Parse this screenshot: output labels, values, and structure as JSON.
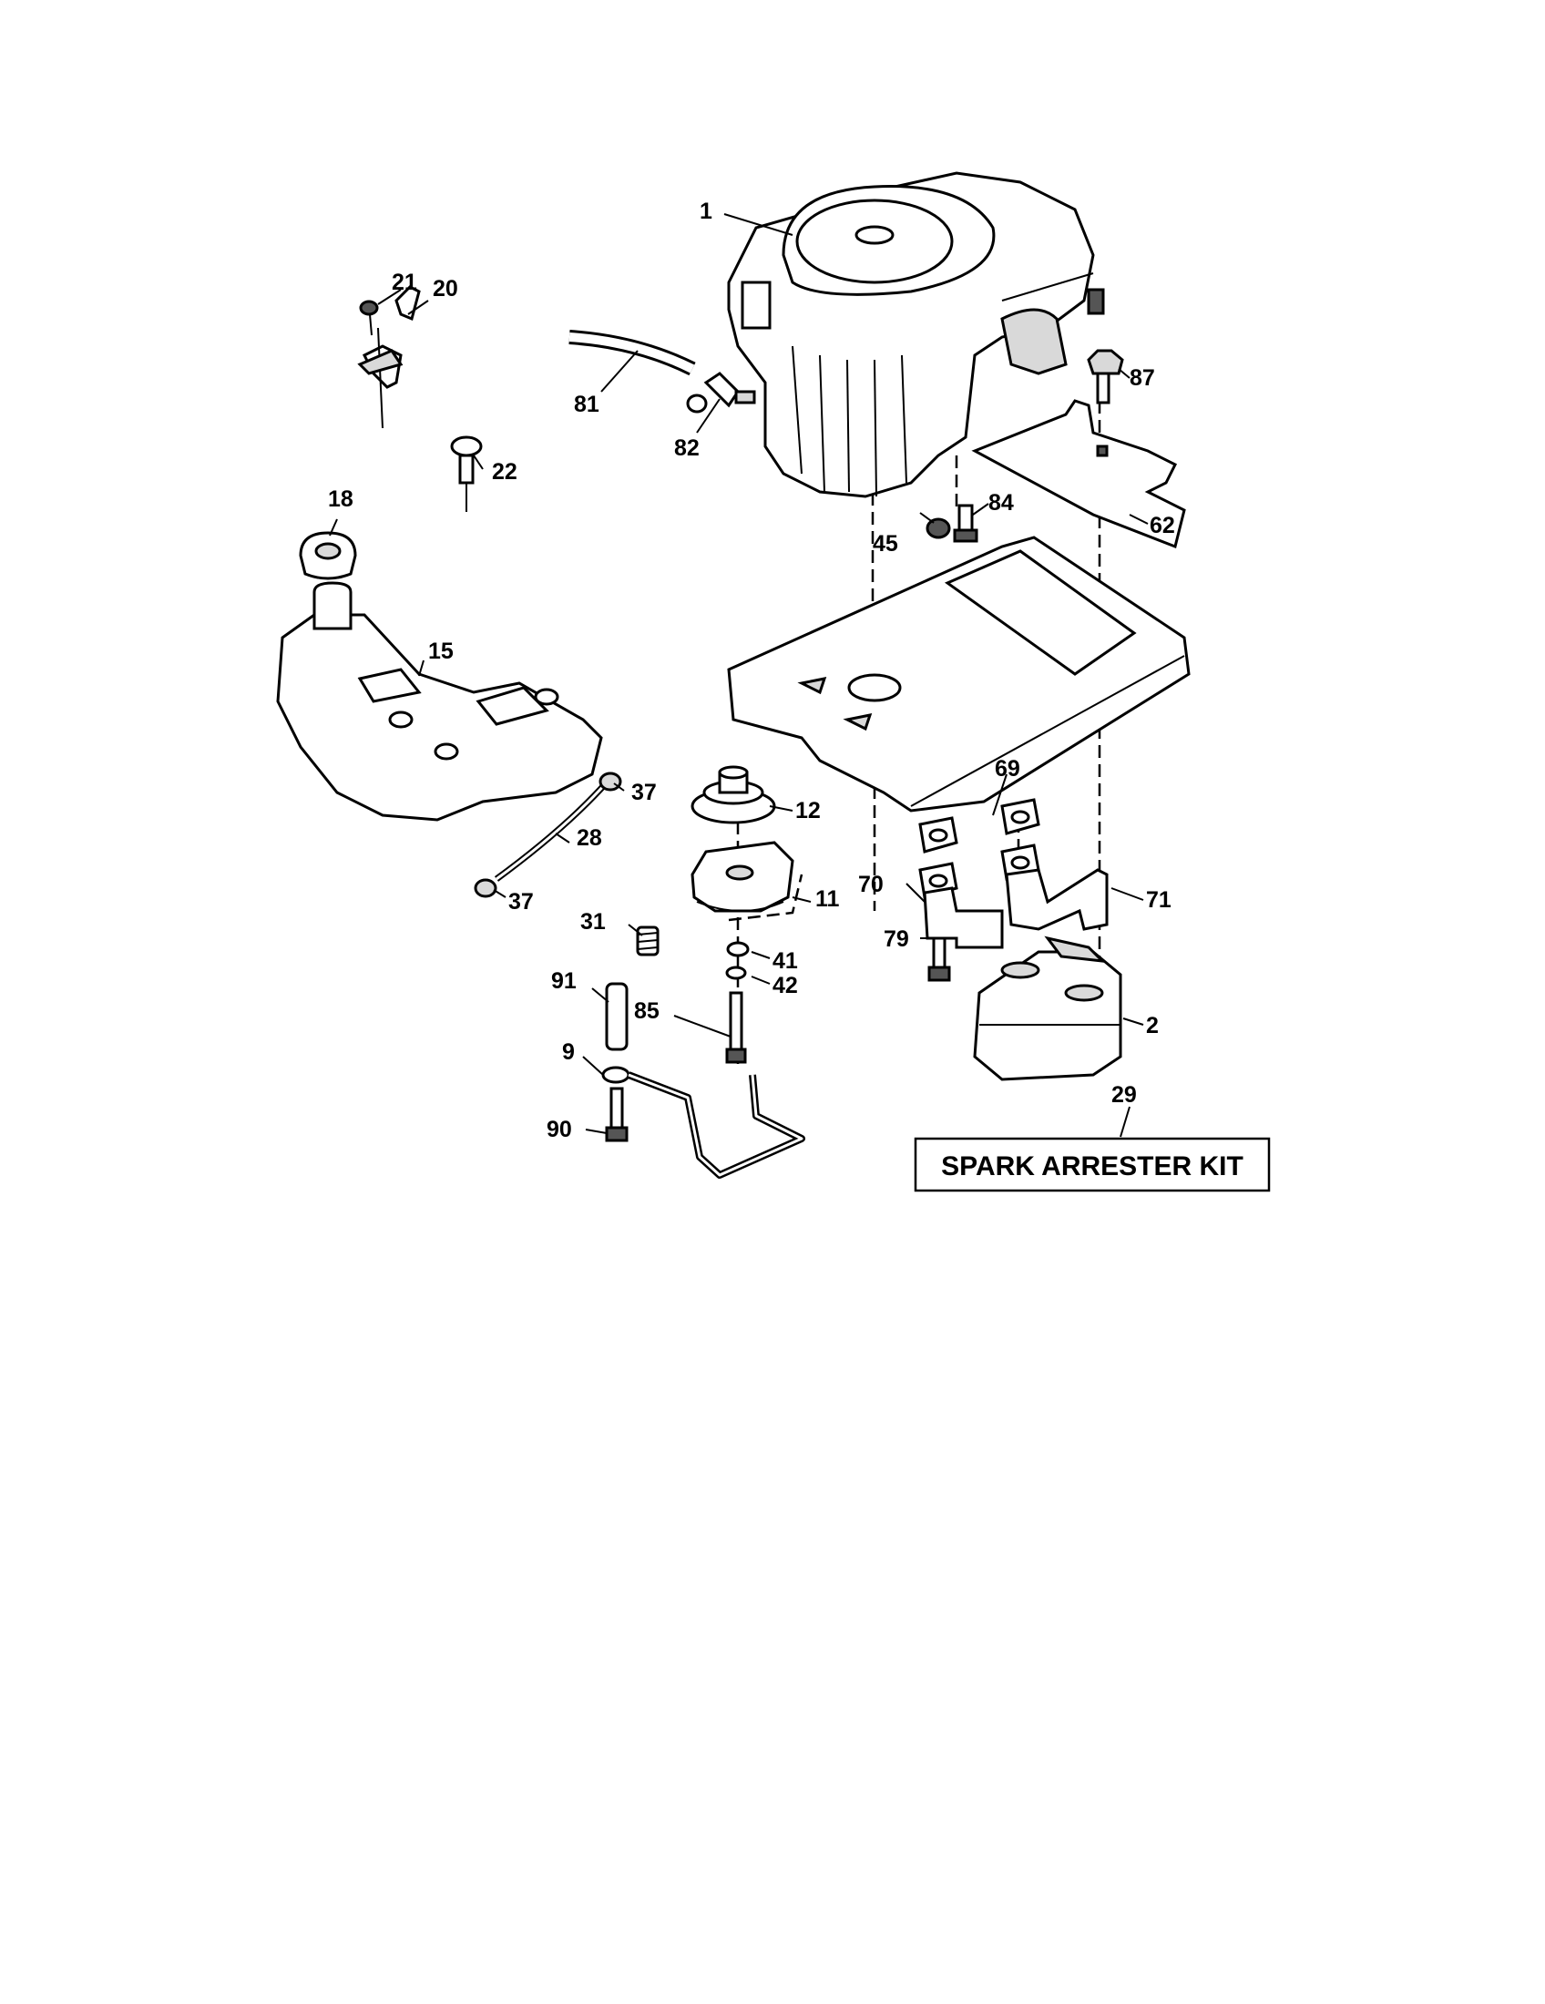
{
  "diagram": {
    "part_numbers": {
      "engine": "1",
      "muffler": "2",
      "clutch_rod_washer": "9",
      "pto_clutch": "11",
      "engine_pulley": "12",
      "fuel_tank": "15",
      "fuel_cap": "18",
      "dipstick_tube": "20",
      "dipstick_screw": "21",
      "fuel_tank_knob": "22",
      "fuel_line": "28",
      "spark_arrester_kit": "29",
      "spring": "31",
      "clamp_top": "37",
      "clamp_bottom": "37",
      "washer_41": "41",
      "washer_42": "42",
      "nut_45": "45",
      "heat_shield": "62",
      "exhaust_gasket": "69",
      "exhaust_pipe_left": "70",
      "exhaust_pipe_right": "71",
      "bolt_79": "79",
      "fuel_hose": "81",
      "fuel_filter": "82",
      "bolt_84": "84",
      "bolt_85": "85",
      "bolt_87": "87",
      "bolt_90": "90",
      "spacer_91": "91"
    },
    "kit_box_label": "SPARK ARRESTER KIT"
  }
}
